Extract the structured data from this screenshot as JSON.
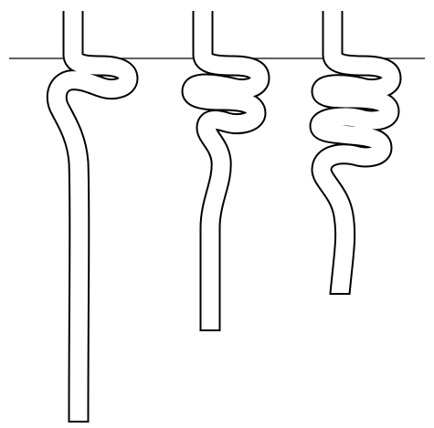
{
  "figure": {
    "background": "#ffffff",
    "stroke_color": "#000000",
    "fill_color": "#ffffff",
    "components": [
      {
        "id": "baseline-line",
        "kind": "horizontal-reference-line"
      },
      {
        "id": "tube-one-loop",
        "kind": "coiled-tube",
        "loops": 1
      },
      {
        "id": "tube-two-loops",
        "kind": "coiled-tube",
        "loops": 2
      },
      {
        "id": "tube-three-loops",
        "kind": "coiled-tube",
        "loops": 3
      }
    ]
  }
}
